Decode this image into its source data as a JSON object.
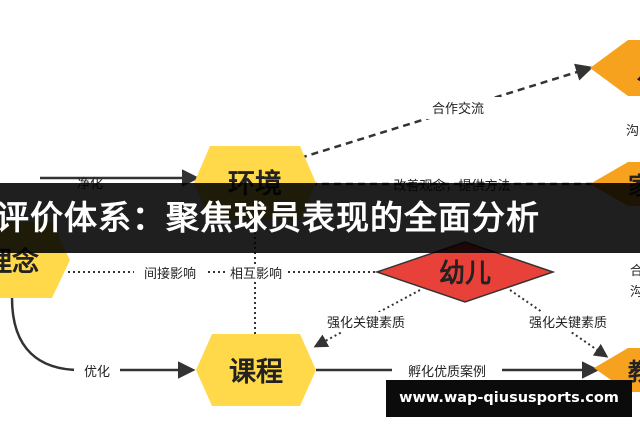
{
  "banner": {
    "title": "评价体系：聚焦球员表现的全面分析"
  },
  "watermark": {
    "text": "www.wap-qiususports.com"
  },
  "diagram": {
    "nodes": {
      "environment": "环境",
      "concept": "理念",
      "kindergarten": "幼儿",
      "curriculum": "课程",
      "top_right": "ル",
      "mid_right": "家",
      "bottom_right": "教"
    },
    "edge_labels": {
      "cooperate": "合作交流",
      "purify": "净化",
      "improve": "改善观念，提供方法",
      "indirect": "间接影响",
      "mutual": "相互影响",
      "strengthen_left": "强化关键素质",
      "strengthen_right": "强化关键素质",
      "optimize": "优化",
      "incubate": "孵化优质案例"
    },
    "side_texts": {
      "right_top": "沟",
      "right_mid1": "合",
      "right_mid2": "沟"
    }
  },
  "colors": {
    "yellow": "#FFD94A",
    "red": "#E8413A",
    "orange": "#F7A21E",
    "edge": "#333333"
  }
}
